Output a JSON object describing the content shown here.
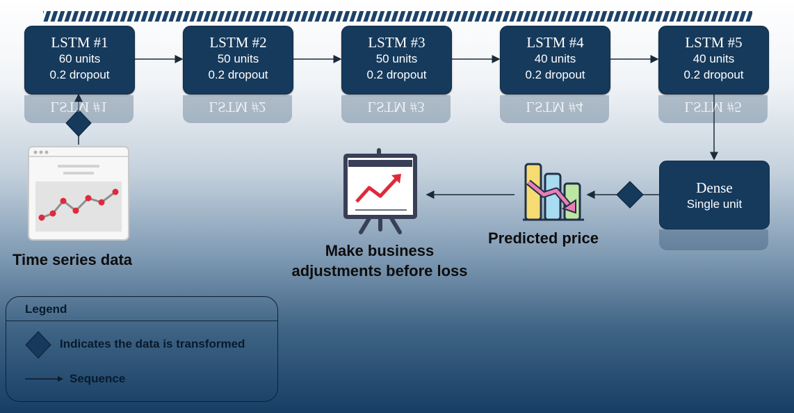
{
  "lstm_layers": [
    {
      "title": "LSTM #1",
      "units": "60 units",
      "dropout": "0.2 dropout"
    },
    {
      "title": "LSTM #2",
      "units": "50 units",
      "dropout": "0.2 dropout"
    },
    {
      "title": "LSTM #3",
      "units": "50 units",
      "dropout": "0.2 dropout"
    },
    {
      "title": "LSTM #4",
      "units": "40 units",
      "dropout": "0.2 dropout"
    },
    {
      "title": "LSTM #5",
      "units": "40 units",
      "dropout": "0.2 dropout"
    }
  ],
  "dense": {
    "title": "Dense",
    "subtitle": "Single unit"
  },
  "input": {
    "caption": "Time series data",
    "icon": "line-chart-window-icon"
  },
  "output": {
    "caption": "Predicted price",
    "icon": "falling-bar-chart-icon"
  },
  "action": {
    "caption_line1": "Make business",
    "caption_line2": "adjustments before loss",
    "icon": "presentation-board-icon"
  },
  "legend": {
    "title": "Legend",
    "items": [
      {
        "icon": "diamond-icon",
        "label": "Indicates the data is transformed"
      },
      {
        "icon": "arrow-icon",
        "label": "Sequence"
      }
    ]
  },
  "colors": {
    "node": "#163a5c",
    "accent_red": "#e0293a",
    "border": "#0f2a45"
  }
}
